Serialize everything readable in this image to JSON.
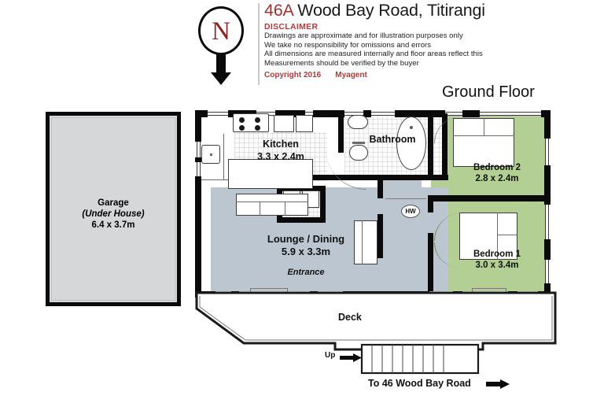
{
  "document": {
    "title": "46A Wood Bay Road, Titirangi",
    "title_number": "46A",
    "title_rest": " Wood Bay Road, Titirangi",
    "floor_label": "Ground Floor"
  },
  "compass": {
    "letter": "N",
    "direction_icon": "north-arrow-icon",
    "letter_color": "#8d2323"
  },
  "disclaimer": {
    "heading": "DISCLAIMER",
    "lines": [
      "Drawings are approximate and for illustration purposes only",
      "We take no responsibility for omissions and errors",
      "All dimensions are measured internally and floor areas reflect this",
      "Measurements should be verified by the buyer"
    ],
    "copyright": "Copyright 2016",
    "agent": "Myagent",
    "accent_color": "#b33a3a"
  },
  "rooms": {
    "garage": {
      "name": "Garage",
      "sub": "(Under House)",
      "dimensions": "6.4 x 3.7m",
      "fill": "#d6d7d9"
    },
    "kitchen": {
      "name": "Kitchen",
      "dimensions": "3.3 x 2.4m",
      "fill": "#ffffff"
    },
    "bathroom": {
      "name": "Bathroom",
      "fill": "#fcfcfc"
    },
    "lounge": {
      "name": "Lounge / Dining",
      "dimensions": "5.9 x 3.3m",
      "entrance": "Entrance",
      "fill": "#bcc6d0"
    },
    "bedroom2": {
      "name": "Bedroom 2",
      "dimensions": "2.8 x 2.4m",
      "fill": "#b4cf94"
    },
    "bedroom1": {
      "name": "Bedroom 1",
      "dimensions": "3.0 x 3.4m",
      "fill": "#b4cf94"
    },
    "deck": {
      "name": "Deck",
      "fill": "#ffffff"
    }
  },
  "fixtures": {
    "hot_water": "HW"
  },
  "stairs": {
    "up_label": "Up",
    "up_arrow_icon": "right-arrow-icon"
  },
  "footer": {
    "note": "To 46 Wood Bay Road",
    "arrow_icon": "right-arrow-icon"
  }
}
